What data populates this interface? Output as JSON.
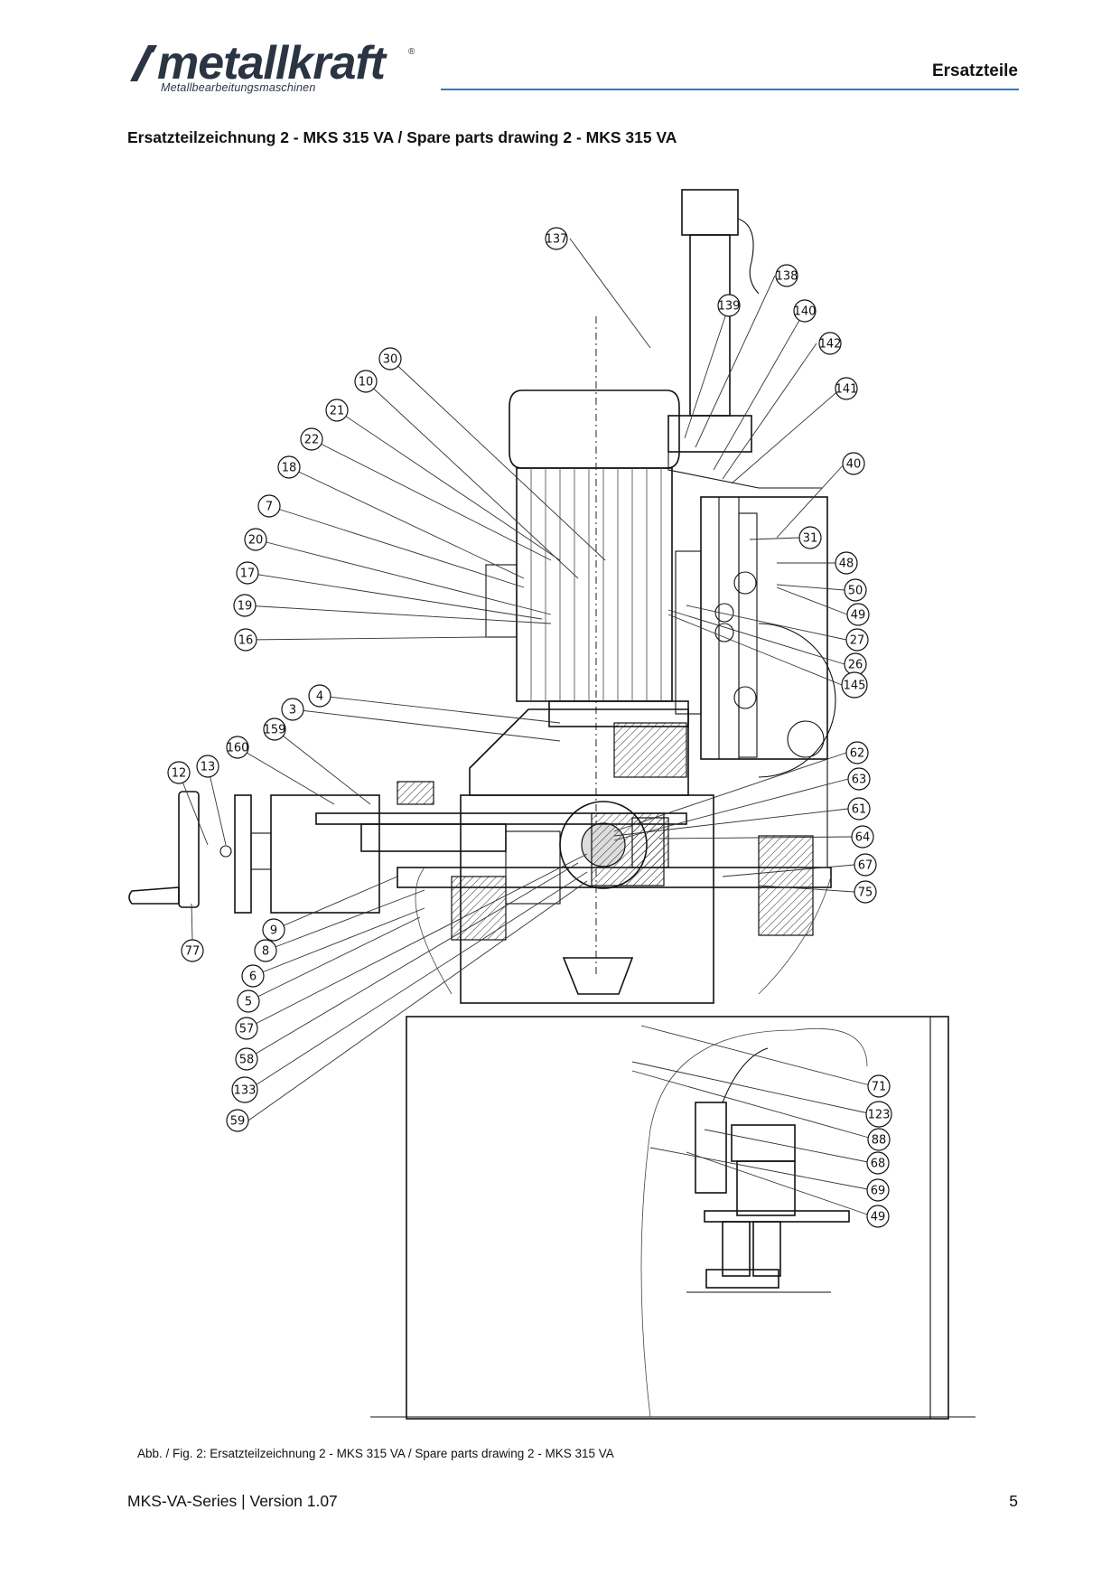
{
  "header": {
    "logo_text": "metallkraft",
    "logo_tagline": "Metallbearbeitungsmaschinen",
    "logo_mark": "®",
    "section": "Ersatzteile"
  },
  "page_heading": "Ersatzteilzeichnung 2 - MKS 315 VA / Spare parts drawing 2 - MKS 315 VA",
  "drawing": {
    "callouts": [
      "137",
      "138",
      "139",
      "140",
      "142",
      "141",
      "30",
      "10",
      "21",
      "22",
      "18",
      "7",
      "20",
      "17",
      "19",
      "16",
      "40",
      "31",
      "48",
      "50",
      "49",
      "27",
      "26",
      "145",
      "4",
      "3",
      "159",
      "160",
      "12",
      "13",
      "62",
      "63",
      "61",
      "64",
      "67",
      "75",
      "9",
      "8",
      "6",
      "5",
      "57",
      "58",
      "133",
      "59",
      "77",
      "71",
      "123",
      "88",
      "68",
      "69",
      "49"
    ]
  },
  "caption": "Abb. / Fig. 2: Ersatzteilzeichnung 2 - MKS 315 VA / Spare parts drawing 2 - MKS 315 VA",
  "footer": {
    "left": "MKS-VA-Series | Version 1.07",
    "page_number": "5"
  },
  "colors": {
    "header_rule": "#3e78b8",
    "logo": "#2a3442"
  }
}
